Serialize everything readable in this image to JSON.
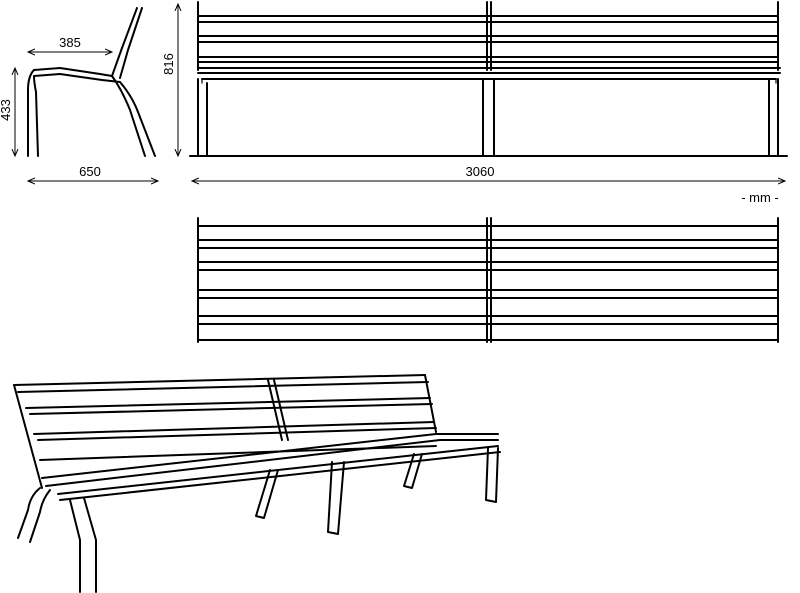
{
  "dimensions": {
    "seat_depth": "385",
    "seat_height": "433",
    "total_height": "816",
    "depth": "650",
    "length": "3060"
  },
  "unit_label": "- mm -"
}
